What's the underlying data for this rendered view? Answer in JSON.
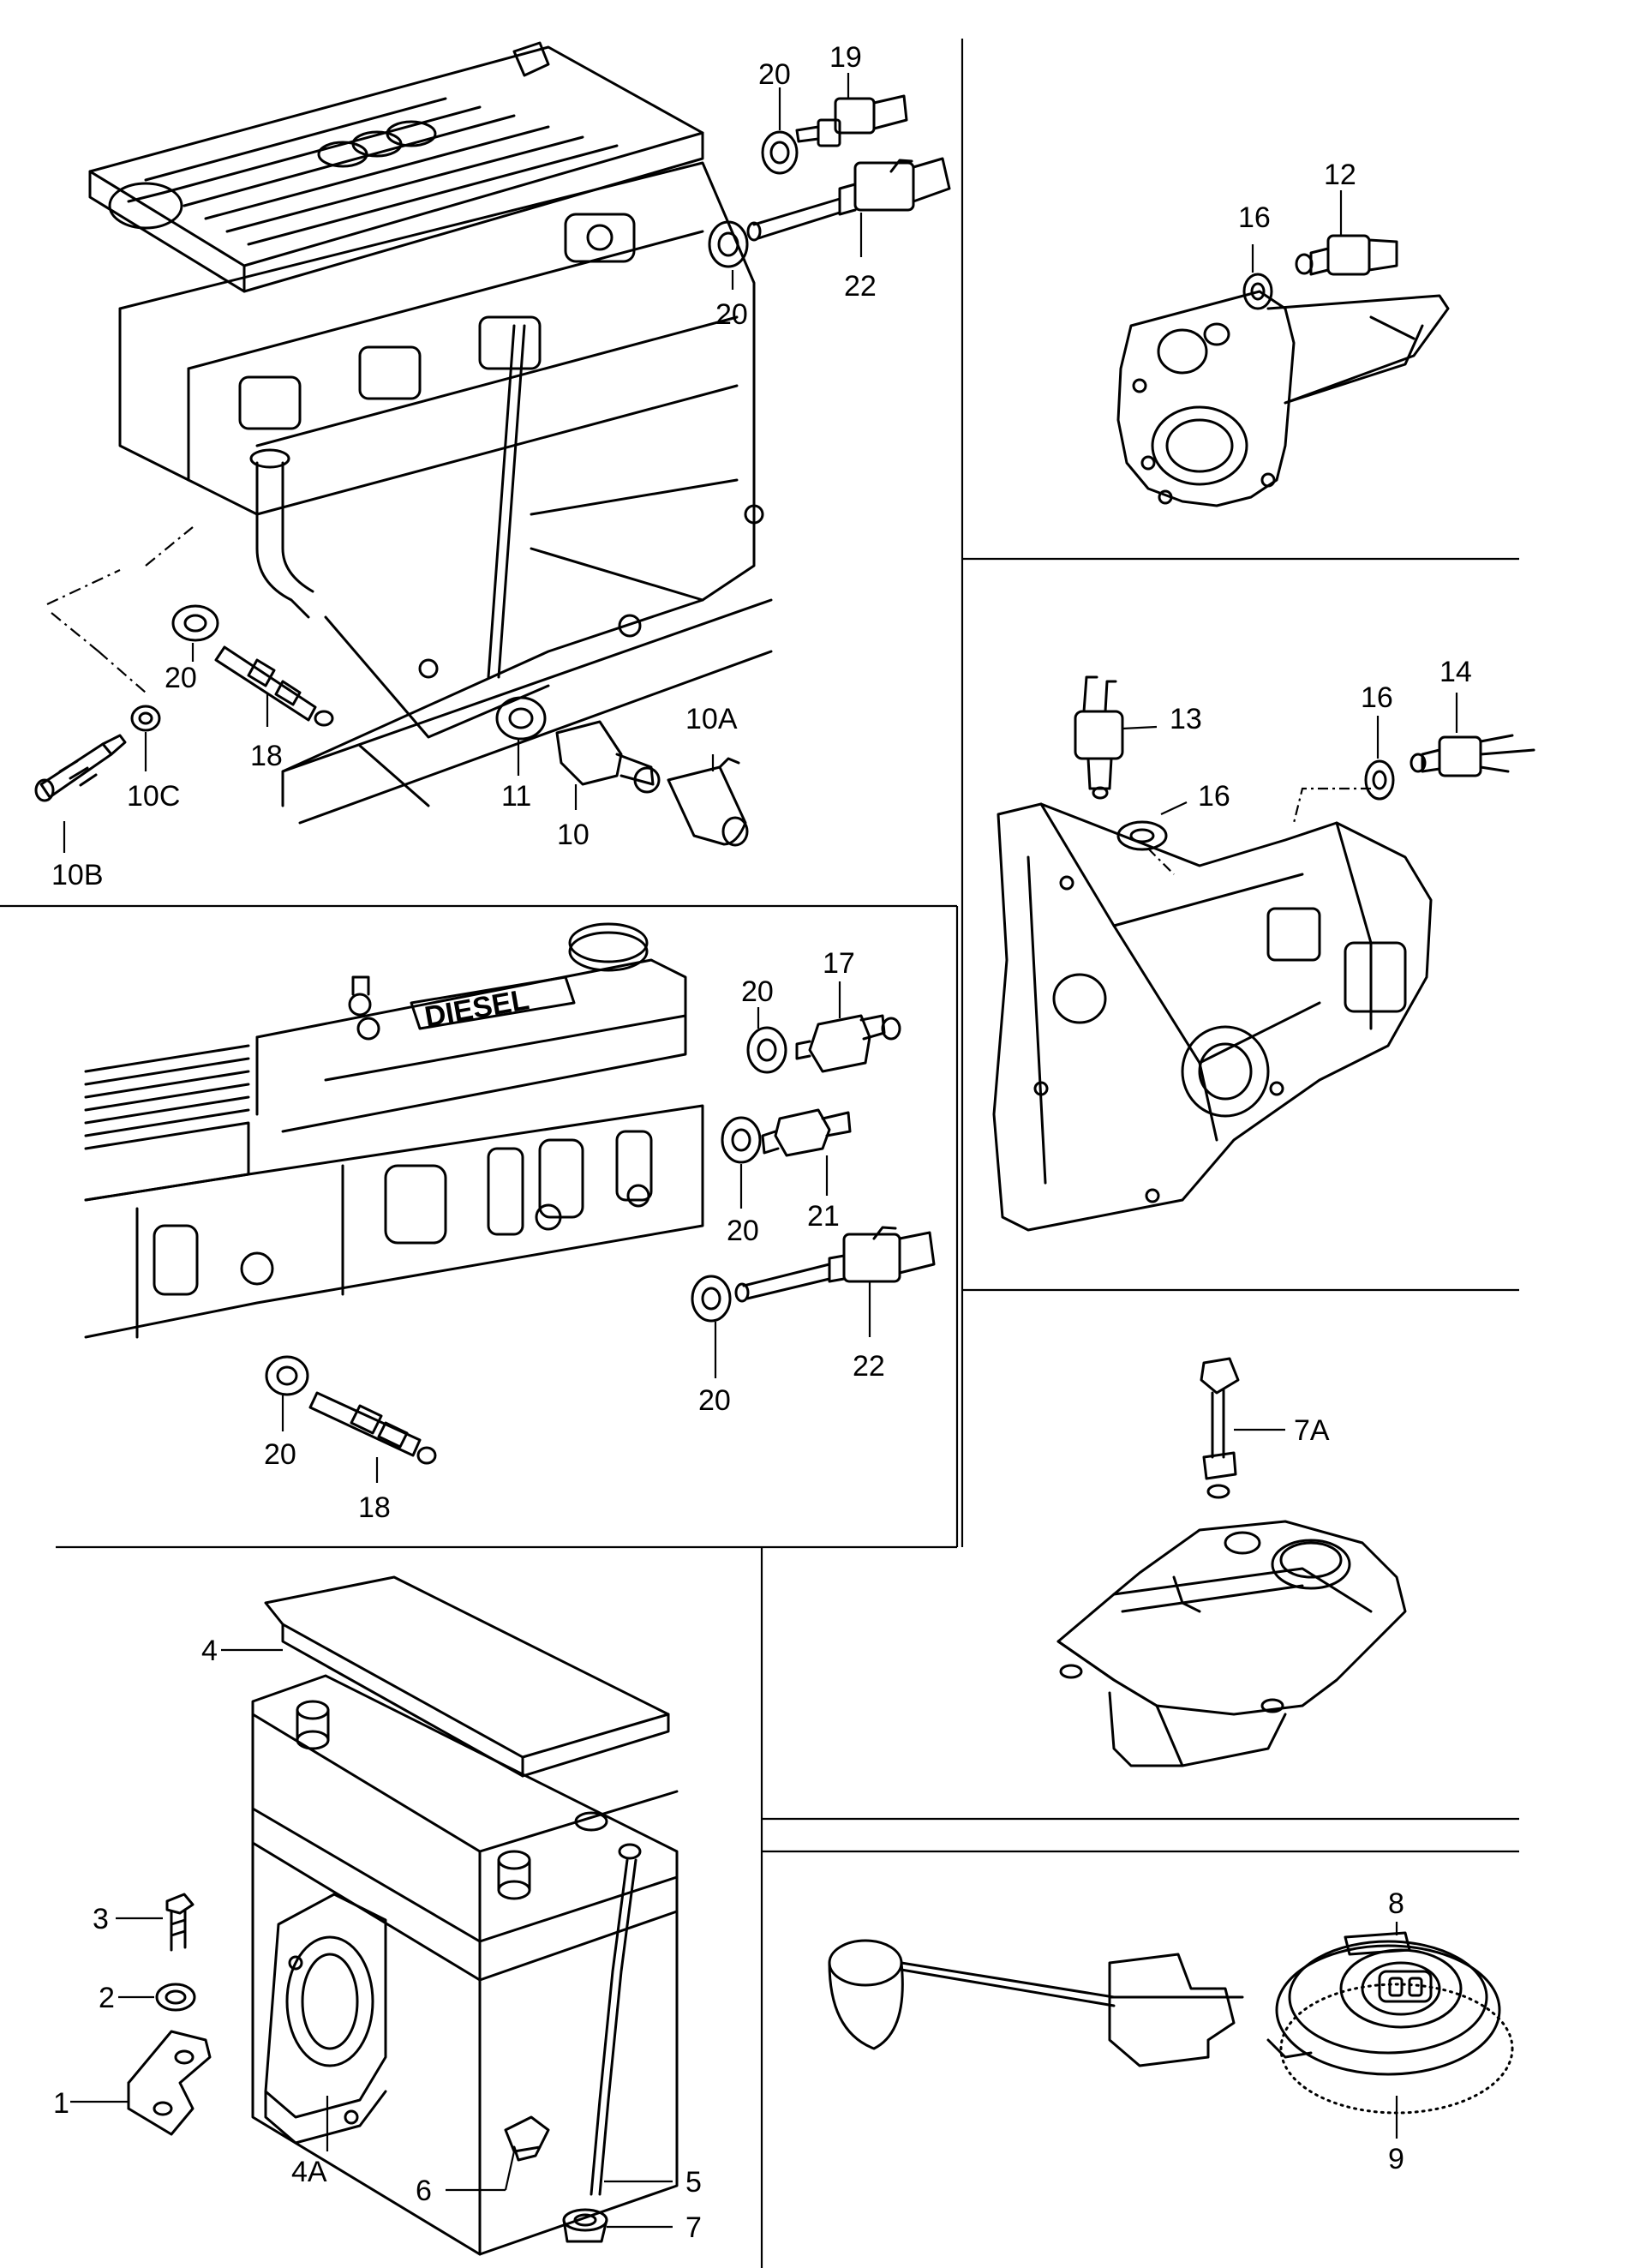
{
  "callouts": {
    "p20a": "20",
    "p19": "19",
    "p22a": "22",
    "p20b": "20",
    "p12": "12",
    "p16a": "16",
    "p20c": "20",
    "p18a": "18",
    "p11": "11",
    "p10": "10",
    "p10a": "10A",
    "p10b": "10B",
    "p10c": "10C",
    "p13": "13",
    "p16b": "16",
    "p16c": "16",
    "p14": "14",
    "p20d": "20",
    "p17": "17",
    "p20e": "20",
    "p21": "21",
    "p20f": "20",
    "p22b": "22",
    "p20g": "20",
    "p18b": "18",
    "p7a": "7A",
    "p4": "4",
    "p3": "3",
    "p2": "2",
    "p1": "1",
    "p4a": "4A",
    "p6": "6",
    "p5": "5",
    "p7": "7",
    "p8": "8",
    "p9": "9"
  },
  "embossed_text": {
    "diesel": "DIESEL"
  }
}
